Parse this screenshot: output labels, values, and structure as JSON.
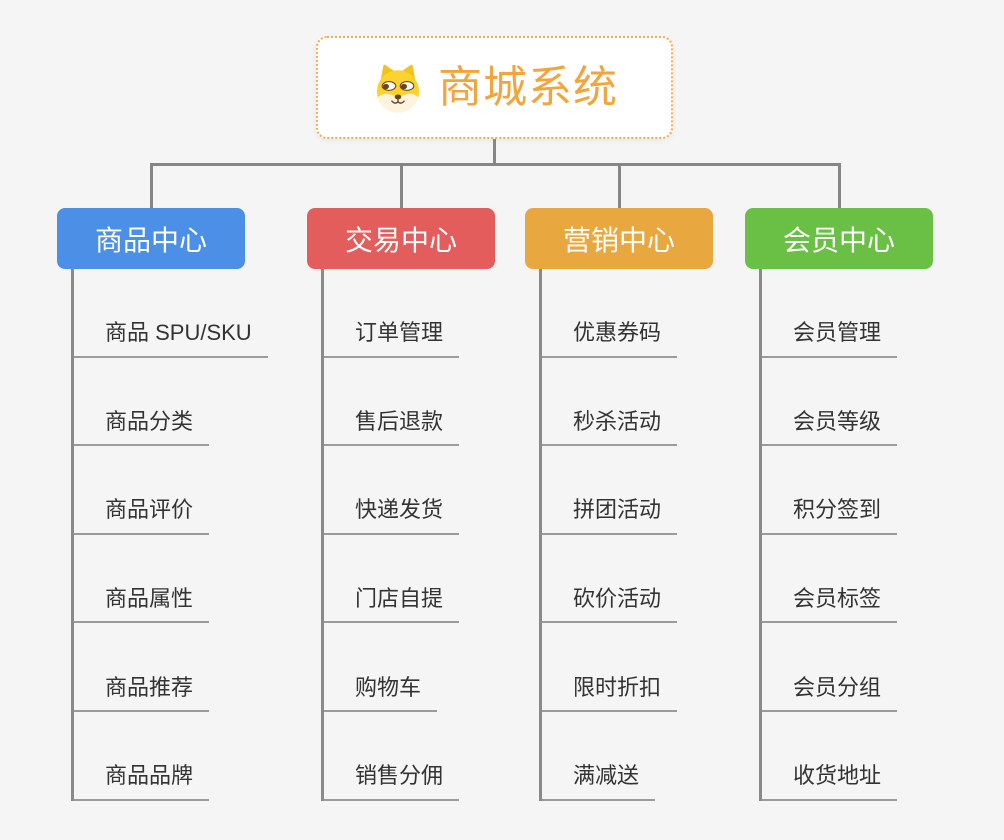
{
  "canvas": {
    "background": "#f5f5f5"
  },
  "root": {
    "title": "商城系统",
    "icon": "doge-icon",
    "text_color": "#f2a53d",
    "border_color": "#f3ab4b"
  },
  "connector_color": "#868686",
  "branches": [
    {
      "label": "商品中心",
      "color": "#4b8fe6",
      "children": [
        "商品 SPU/SKU",
        "商品分类",
        "商品评价",
        "商品属性",
        "商品推荐",
        "商品品牌"
      ]
    },
    {
      "label": "交易中心",
      "color": "#e25d5c",
      "children": [
        "订单管理",
        "售后退款",
        "快递发货",
        "门店自提",
        "购物车",
        "销售分佣"
      ]
    },
    {
      "label": "营销中心",
      "color": "#e9a73f",
      "children": [
        "优惠券码",
        "秒杀活动",
        "拼团活动",
        "砍价活动",
        "限时折扣",
        "满减送"
      ]
    },
    {
      "label": "会员中心",
      "color": "#6abf45",
      "children": [
        "会员管理",
        "会员等级",
        "积分签到",
        "会员标签",
        "会员分组",
        "收货地址"
      ]
    }
  ]
}
